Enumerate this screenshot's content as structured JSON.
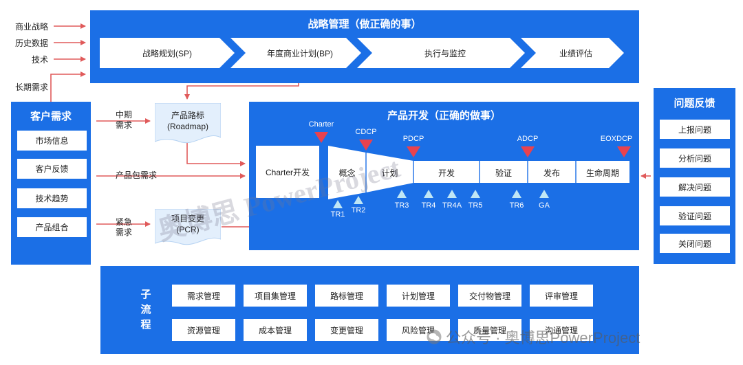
{
  "strategy": {
    "title": "战略管理（做正确的事）",
    "inputs": [
      "商业战略",
      "历史数据",
      "技术",
      "长期需求"
    ],
    "steps": [
      "战略规划(SP)",
      "年度商业计划(BP)",
      "执行与监控",
      "业绩评估"
    ]
  },
  "customer": {
    "title": "客户需求",
    "items": [
      "市场信息",
      "客户反馈",
      "技术趋势",
      "产品组合"
    ]
  },
  "flows": {
    "mid_term": "中期\n需求",
    "package": "产品包需求",
    "urgent": "紧急\n需求"
  },
  "roadmap": {
    "label": "产品路标\n(Roadmap)"
  },
  "pcr": {
    "label": "项目变更\n(PCR)"
  },
  "product_dev": {
    "title": "产品开发（正确的做事）",
    "charter_box": "Charter开发",
    "stages": [
      "概念",
      "计划",
      "开发",
      "验证",
      "发布",
      "生命周期"
    ],
    "decision_points": [
      "Charter",
      "CDCP",
      "PDCP",
      "ADCP",
      "EOXDCP"
    ],
    "reviews": [
      "TR1",
      "TR2",
      "TR3",
      "TR4",
      "TR4A",
      "TR5",
      "TR6",
      "GA"
    ]
  },
  "feedback": {
    "title": "问题反馈",
    "items": [
      "上报问题",
      "分析问题",
      "解决问题",
      "验证问题",
      "关闭问题"
    ]
  },
  "subprocess": {
    "title": "子流程",
    "items": [
      "需求管理",
      "项目集管理",
      "路标管理",
      "计划管理",
      "交付物管理",
      "评审管理",
      "资源管理",
      "成本管理",
      "变更管理",
      "风险管理",
      "质量管理",
      "沟通管理"
    ]
  },
  "watermark": {
    "main": "奥博思 PowerProject",
    "footer": "公众号 · 奥博思PowerProject"
  },
  "colors": {
    "blue": "#1b6fe6",
    "arrow": "#e05a5a",
    "triangle": "#e8424f",
    "tr_triangle": "#bfe6f5"
  }
}
